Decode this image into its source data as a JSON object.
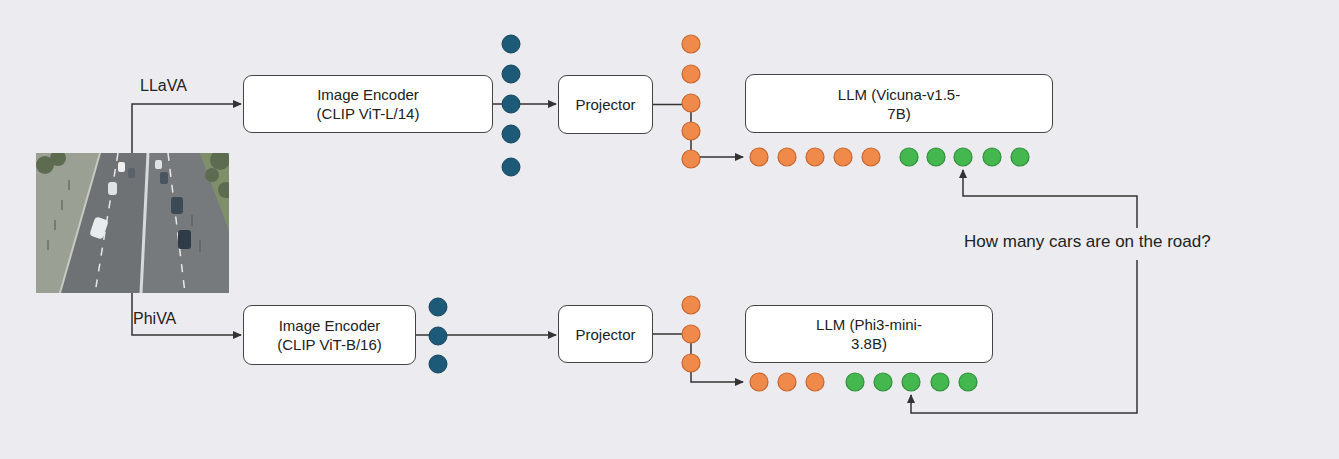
{
  "diagram": {
    "nodes": [
      {
        "text": [
          "Image Encoder (CLIP ViT-L/14)"
        ]
      },
      {
        "text": [
          "Projector"
        ]
      },
      {
        "text": [
          "LLM (Vicuna-v1.5-7B)"
        ]
      },
      {
        "text": [
          "Image Encoder (CLIP ViT-B/16)"
        ]
      },
      {
        "text": [
          "Projector"
        ]
      },
      {
        "text": [
          "LLM (Phi3-mini-3.8B)"
        ]
      }
    ],
    "edges": [
      {
        "from": 0,
        "to": 1,
        "arrow": "to"
      },
      {
        "from": 1,
        "to": 2,
        "arrow": "to"
      },
      {
        "from": 3,
        "to": 4,
        "arrow": "to"
      },
      {
        "from": 4,
        "to": 5,
        "arrow": "to"
      }
    ],
    "labels": [
      "LLaVA",
      "PhiVA",
      "How many cars are on the road?"
    ]
  }
}
